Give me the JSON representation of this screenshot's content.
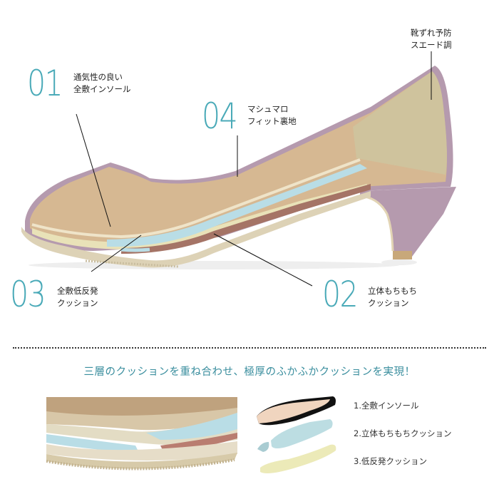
{
  "callouts": [
    {
      "id": "01",
      "number": "01",
      "line1": "通気性の良い",
      "line2": "全敷インソール"
    },
    {
      "id": "02",
      "number": "02",
      "line1": "立体もちもち",
      "line2": "クッション"
    },
    {
      "id": "03",
      "number": "03",
      "line1": "全敷低反発",
      "line2": "クッション"
    },
    {
      "id": "04",
      "number": "04",
      "line1": "マシュマロ",
      "line2": "フィット裏地"
    }
  ],
  "heel_note": {
    "line1": "靴ずれ予防",
    "line2": "スエード調"
  },
  "headline": "三層のクッションを重ね合わせ、極厚のふかふかクッションを実現！",
  "layers_legend": [
    {
      "label": "1.全敷インソール"
    },
    {
      "label": "2.立体もちもちクッション"
    },
    {
      "label": "3.低反発クッション"
    }
  ],
  "colors": {
    "accent_teal": "#4aaab8",
    "headline_teal": "#3a8e9e",
    "lining_beige": "#d6b892",
    "suede_mauve": "#b59aae",
    "cushion_blue": "#b9dde6",
    "foam_cream": "#e9e2b8",
    "insole_pink": "#f0d5bf"
  }
}
